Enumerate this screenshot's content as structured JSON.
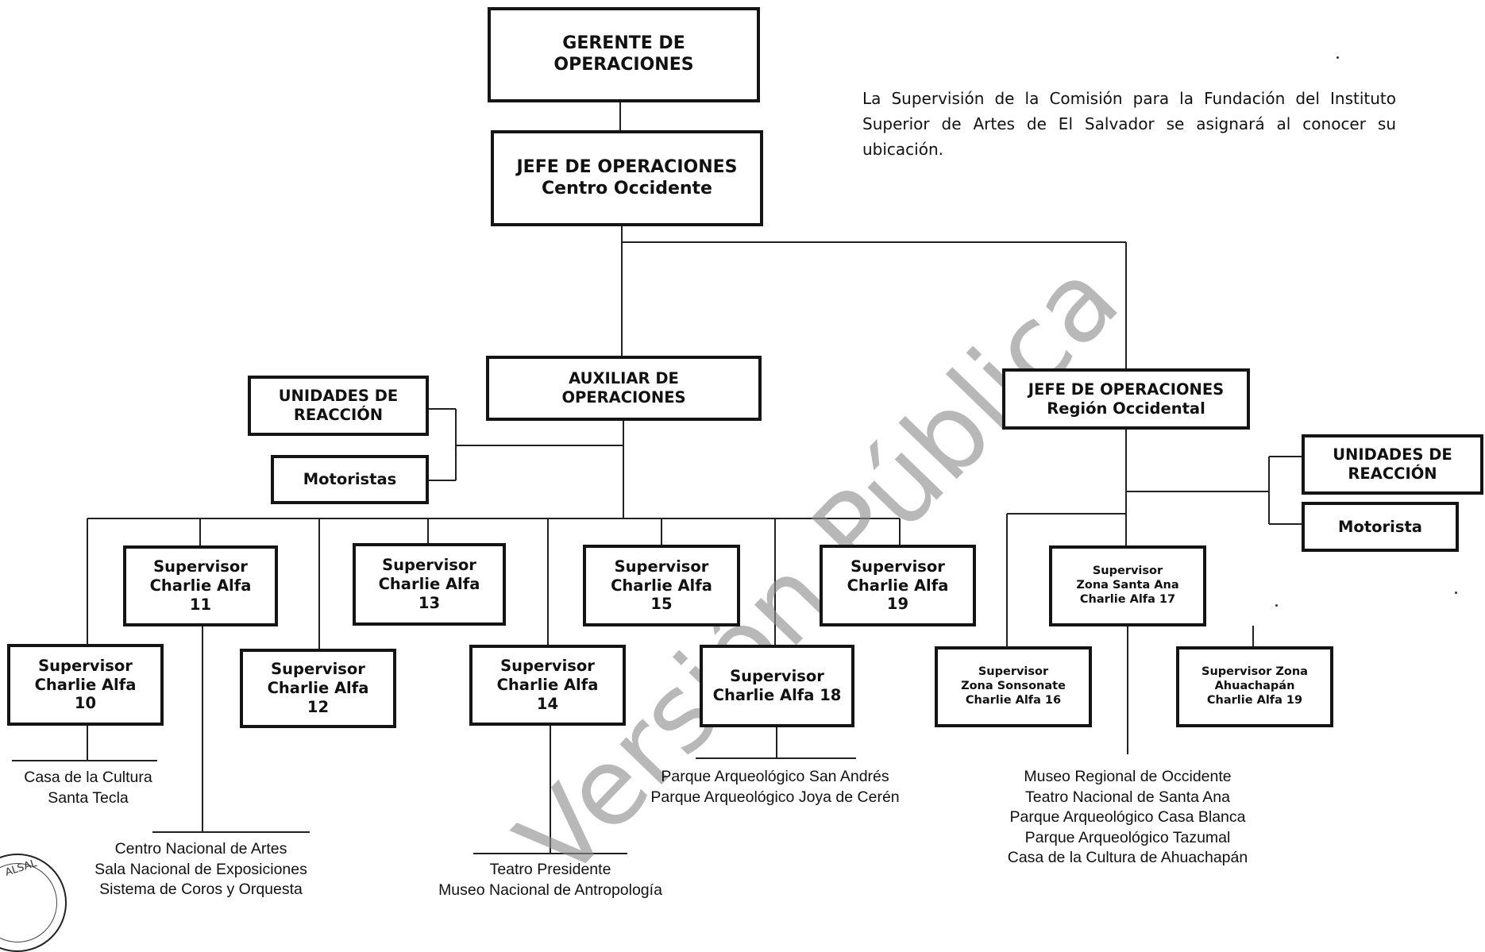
{
  "chart": {
    "gerente": [
      "GERENTE  DE",
      "OPERACIONES"
    ],
    "jefe_centro": [
      "JEFE DE OPERACIONES",
      "Centro Occidente"
    ],
    "auxiliar": [
      "AUXILIAR DE",
      "OPERACIONES"
    ],
    "jefe_region": [
      "JEFE DE OPERACIONES",
      "Región Occidental"
    ],
    "unidades_left": [
      "UNIDADES DE",
      "REACCIÓN"
    ],
    "motoristas_left": "Motoristas",
    "unidades_right": [
      "UNIDADES DE",
      "REACCIÓN"
    ],
    "motorista_right": "Motorista",
    "supervisors": {
      "s10": [
        "Supervisor",
        "Charlie Alfa",
        "10"
      ],
      "s11": [
        "Supervisor",
        "Charlie Alfa",
        "11"
      ],
      "s12": [
        "Supervisor",
        "Charlie Alfa",
        "12"
      ],
      "s13": [
        "Supervisor",
        "Charlie Alfa",
        "13"
      ],
      "s14": [
        "Supervisor",
        "Charlie Alfa",
        "14"
      ],
      "s15": [
        "Supervisor",
        "Charlie Alfa",
        "15"
      ],
      "s18": [
        "Supervisor",
        "Charlie Alfa 18"
      ],
      "s19": [
        "Supervisor",
        "Charlie Alfa",
        "19"
      ],
      "santa_ana": [
        "Supervisor",
        "Zona Santa Ana",
        "Charlie Alfa 17"
      ],
      "sonsonate": [
        "Supervisor",
        "Zona Sonsonate",
        "Charlie Alfa  16"
      ],
      "ahuachapan": [
        "Supervisor Zona",
        "Ahuachapán",
        "Charlie Alfa 19"
      ]
    },
    "locations": {
      "s10": [
        "Casa de la Cultura",
        "Santa Tecla"
      ],
      "s11": [
        "Centro Nacional de Artes",
        "Sala Nacional de Exposiciones",
        "Sistema de Coros y Orquesta"
      ],
      "s14": [
        "Teatro Presidente",
        "Museo Nacional de Antropología"
      ],
      "s18": [
        "Parque Arqueológico San Andrés",
        "Parque Arqueológico Joya de Cerén"
      ],
      "region": [
        "Museo Regional de Occidente",
        "Teatro Nacional de Santa Ana",
        "Parque Arqueológico Casa Blanca",
        "Parque Arqueológico Tazumal",
        "Casa de la Cultura de Ahuachapán"
      ]
    }
  },
  "note": "La Supervisión de la Comisión para la Fundación del Instituto Superior de Artes de El Salvador se asignará al conocer su ubicación.",
  "watermark": "Versión Pública",
  "stamp_text": "ALSAL"
}
